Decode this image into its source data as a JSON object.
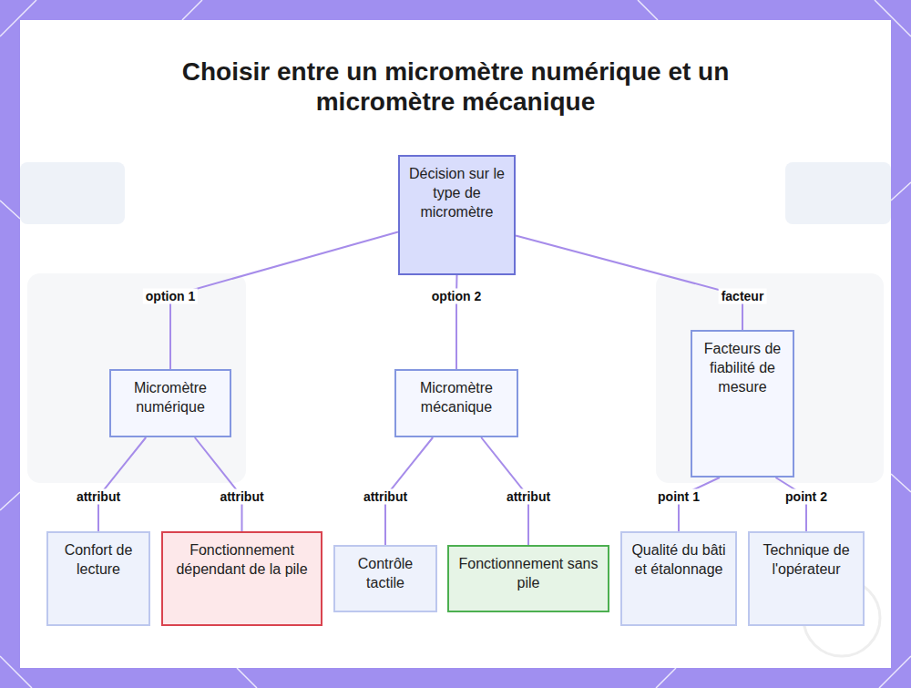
{
  "diagram": {
    "title": "Choisir entre un micromètre numérique et un micromètre mécanique",
    "nodes": [
      {
        "text": [
          "Décision sur le type de micromètre"
        ]
      },
      {
        "text": [
          "Micromètre numérique"
        ]
      },
      {
        "text": [
          "Micromètre mécanique"
        ]
      },
      {
        "text": [
          "Facteurs de fiabilité de mesure"
        ]
      },
      {
        "text": [
          "Confort de lecture"
        ]
      },
      {
        "text": [
          "Fonctionnement dépendant de la pile"
        ]
      },
      {
        "text": [
          "Contrôle tactile"
        ]
      },
      {
        "text": [
          "Fonctionnement sans pile"
        ]
      },
      {
        "text": [
          "Qualité du bâti et étalonnage"
        ]
      },
      {
        "text": [
          "Technique de l'opérateur"
        ]
      }
    ],
    "edges": [
      {
        "from": 0,
        "to": 1,
        "label": "option 1",
        "arrow": "none"
      },
      {
        "from": 0,
        "to": 2,
        "label": "option 2",
        "arrow": "none"
      },
      {
        "from": 0,
        "to": 3,
        "label": "facteur",
        "arrow": "none"
      },
      {
        "from": 1,
        "to": 4,
        "label": "attribut",
        "arrow": "none"
      },
      {
        "from": 1,
        "to": 5,
        "label": "attribut",
        "arrow": "none"
      },
      {
        "from": 2,
        "to": 6,
        "label": "attribut",
        "arrow": "none"
      },
      {
        "from": 2,
        "to": 7,
        "label": "attribut",
        "arrow": "none"
      },
      {
        "from": 3,
        "to": 8,
        "label": "point 1",
        "arrow": "none"
      },
      {
        "from": 3,
        "to": 9,
        "label": "point 2",
        "arrow": "none"
      }
    ]
  }
}
